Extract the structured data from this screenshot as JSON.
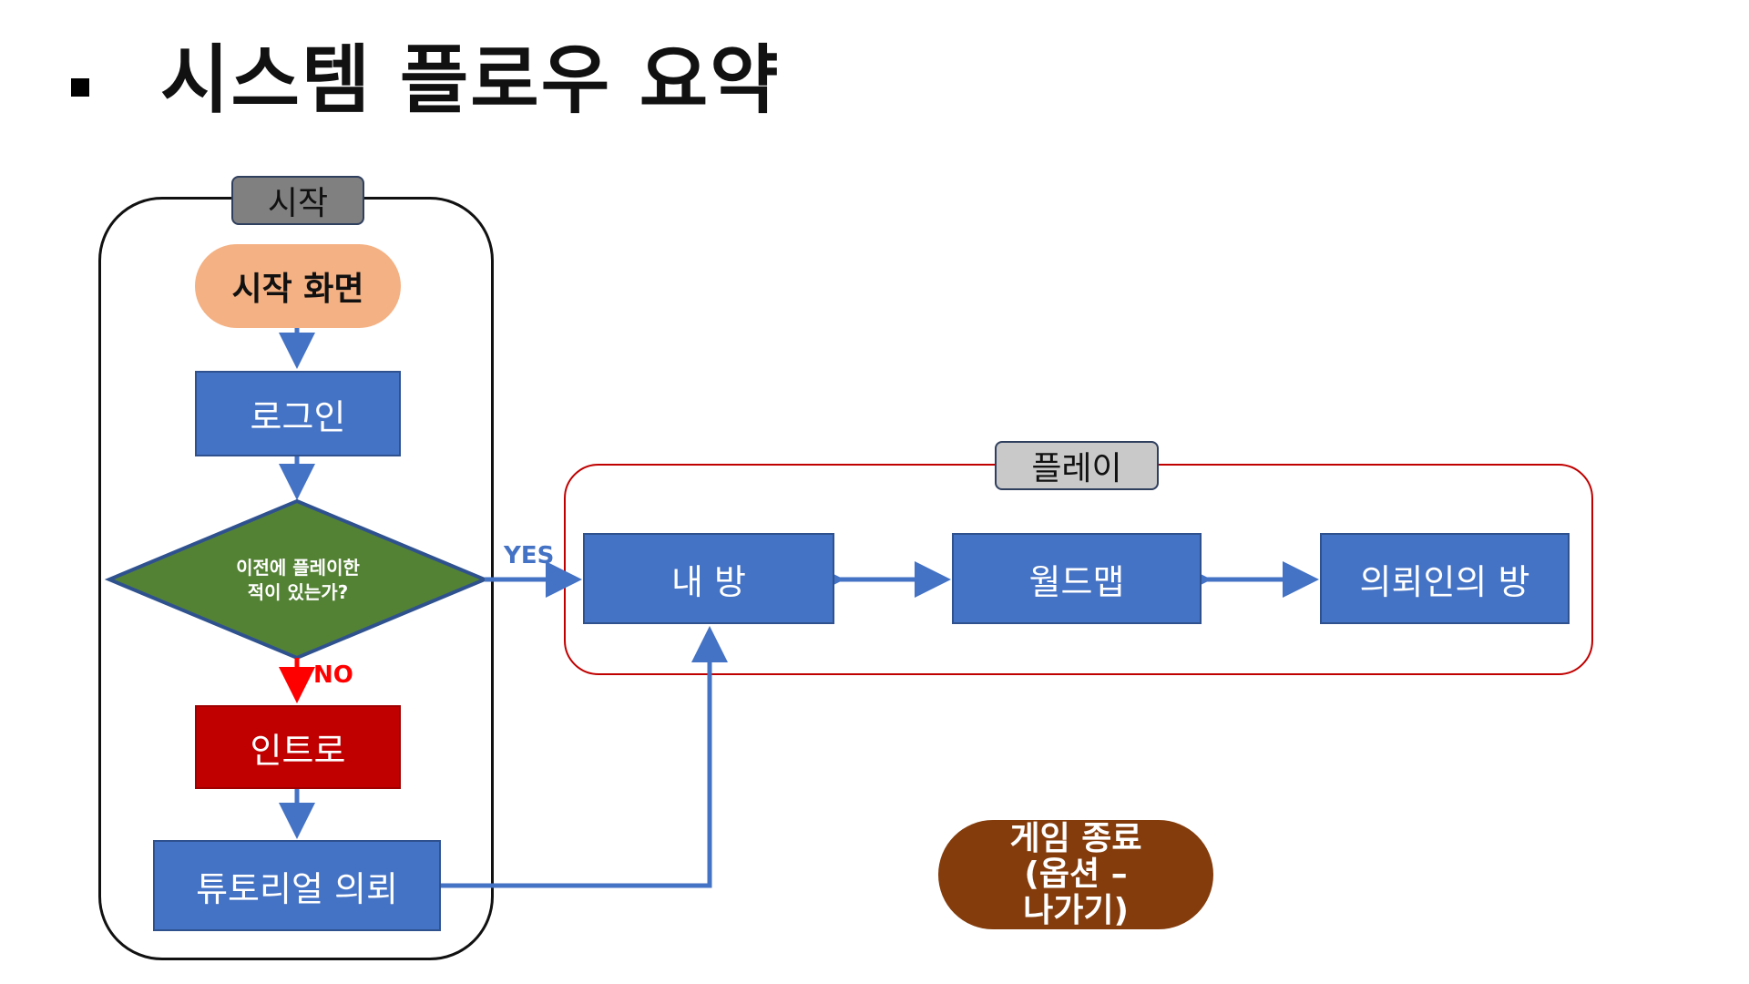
{
  "title": "시스템 플로우 요약",
  "groups": {
    "start": {
      "label": "시작"
    },
    "play": {
      "label": "플레이"
    }
  },
  "nodes": {
    "start_screen": "시작 화면",
    "login": "로그인",
    "decision_line1": "이전에 플레이한",
    "decision_line2": "적이 있는가?",
    "intro": "인트로",
    "tutorial": "튜토리얼 의뢰",
    "my_room": "내 방",
    "world_map": "월드맵",
    "client_room": "의뢰인의 방",
    "end_line1": "게임 종료",
    "end_line2": "(옵션 –",
    "end_line3": "나가기)"
  },
  "edges": {
    "yes": "YES",
    "no": "NO"
  },
  "colors": {
    "process_blue": "#4472c4",
    "decision_green": "#548235",
    "intro_red": "#c00000",
    "start_orange": "#f4b183",
    "end_brown": "#843c0c",
    "no_arrow": "#ff0000"
  }
}
